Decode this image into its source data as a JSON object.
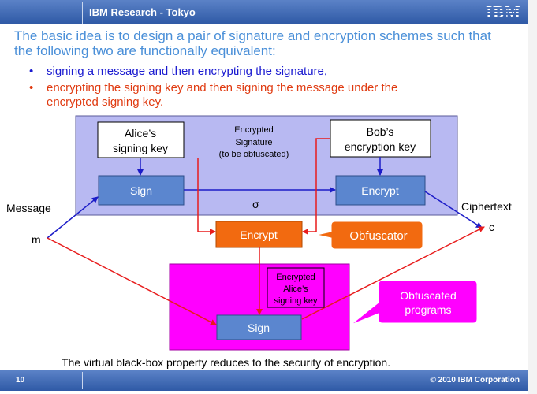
{
  "header": {
    "title": "IBM Research - Tokyo",
    "logo": "IBM"
  },
  "intro": "The basic idea is to design a pair of signature and encryption schemes such that the following two are functionally equivalent:",
  "bullets": [
    "signing a message and then encrypting the signature,",
    "encrypting the signing key and then signing the message under the encrypted signing key."
  ],
  "bullet_marker": "•",
  "diagram": {
    "alice_key": [
      "Alice’s",
      "signing key"
    ],
    "bob_key": [
      "Bob’s",
      "encryption key"
    ],
    "enc_signature": [
      "Encrypted",
      "Signature",
      "(to be obfuscated)"
    ],
    "sign_top": "Sign",
    "encrypt_top": "Encrypt",
    "sigma": "σ",
    "message": "Message",
    "m": "m",
    "ciphertext": "Ciphertext",
    "c": "c",
    "encrypt_mid": "Encrypt",
    "obfuscator": "Obfuscator",
    "enc_alice_key": [
      "Encrypted",
      "Alice’s",
      "signing key"
    ],
    "sign_bottom": "Sign",
    "obf_programs": [
      "Obfuscated",
      "programs"
    ]
  },
  "conclusion": "The virtual black-box property reduces to the security of encryption.",
  "footer": {
    "page": "10",
    "copyright": "© 2010 IBM Corporation"
  },
  "colors": {
    "header_blue": "#2f5aa6",
    "panel_lavender": "#b8b9f2",
    "encrypt_orange": "#f26a10",
    "magenta": "#ff00ff",
    "arrow_blue": "#1c1cc8",
    "arrow_red": "#e81c1c",
    "box_blue": "#5b86cf"
  }
}
